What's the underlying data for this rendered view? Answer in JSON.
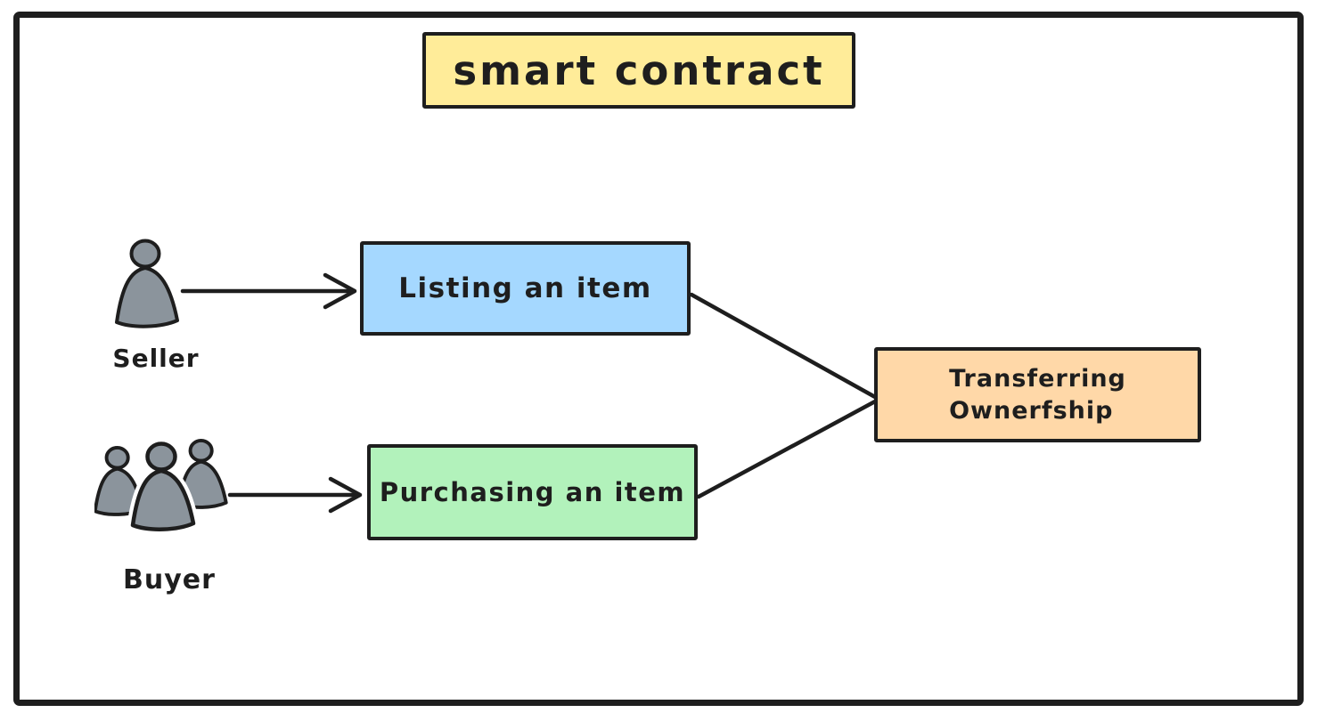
{
  "diagram": {
    "title": {
      "text": "smart contract",
      "fill": "#ffec99"
    },
    "actors": {
      "seller": {
        "label": "Seller",
        "icon": "person-icon"
      },
      "buyer": {
        "label": "Buyer",
        "icon": "people-group-icon"
      }
    },
    "nodes": {
      "listing": {
        "label": "Listing an item",
        "fill": "#a5d8ff"
      },
      "purchasing": {
        "label": "Purchasing an item",
        "fill": "#b2f2bb"
      },
      "transferring": {
        "label": "Transferring\nOwnerfship",
        "fill": "#ffd8a8"
      }
    },
    "edges": [
      {
        "from": "seller",
        "to": "listing",
        "style": "arrow"
      },
      {
        "from": "buyer",
        "to": "purchasing",
        "style": "arrow"
      },
      {
        "from": "listing",
        "to": "transferring",
        "style": "line"
      },
      {
        "from": "purchasing",
        "to": "transferring",
        "style": "line"
      }
    ],
    "colors": {
      "stroke": "#1e1e1e",
      "actor_fill": "#8b949c",
      "background": "#ffffff"
    }
  }
}
